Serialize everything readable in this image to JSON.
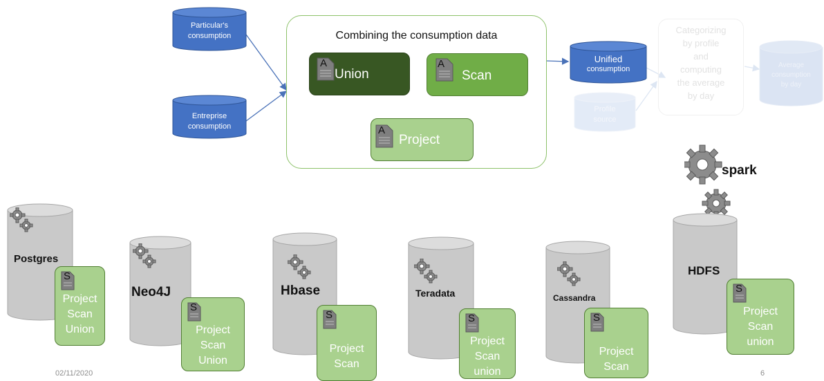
{
  "inputs": {
    "particular": [
      "Particular's",
      "consumption"
    ],
    "entreprise": [
      "Entreprise",
      "consumption"
    ]
  },
  "combine": {
    "title": "Combining the consumption data",
    "union": "Union",
    "scan": "Scan",
    "project": "Project",
    "doc_letter": "A"
  },
  "unified": [
    "Unified",
    "consumption"
  ],
  "faded": {
    "profile_source": [
      "Profile",
      "source"
    ],
    "categorize": [
      "Categorizing",
      "by profile",
      "and",
      "computing",
      "the average",
      "by day"
    ],
    "result": [
      "Average",
      "consumption",
      "by day"
    ]
  },
  "spark_label": "spark",
  "stores": [
    {
      "name": "Postgres",
      "ops": [
        "Project",
        "Scan",
        "Union"
      ]
    },
    {
      "name": "Neo4J",
      "ops": [
        "Project",
        "Scan",
        "Union"
      ]
    },
    {
      "name": "Hbase",
      "ops": [
        "Project",
        "Scan"
      ]
    },
    {
      "name": "Teradata",
      "ops": [
        "Project",
        "Scan",
        "union"
      ]
    },
    {
      "name": "Cassandra",
      "ops": [
        "Project",
        "Scan"
      ]
    },
    {
      "name": "HDFS",
      "ops": [
        "Project",
        "Scan",
        "union"
      ]
    }
  ],
  "store_doc_letter": "S",
  "footer": {
    "date": "02/11/2020",
    "page": "6"
  },
  "colors": {
    "blue_cyl": "#4472c4",
    "dark_green": "#385723",
    "mid_green": "#70ad47",
    "light_green": "#a9d18e",
    "border_green": "#507e32",
    "gray_cyl": "#c9c9c9"
  }
}
